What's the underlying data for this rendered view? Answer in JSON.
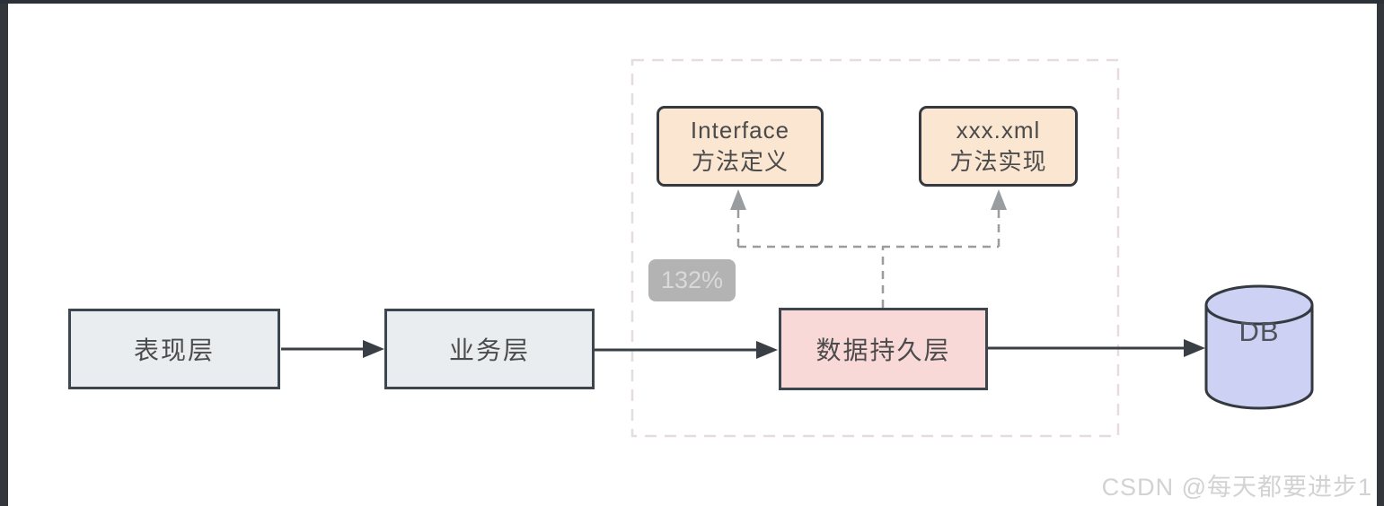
{
  "window": {
    "zoom_indicator": "132%"
  },
  "diagram": {
    "layers": {
      "presentation": "表现层",
      "business": "业务层",
      "persistence": "数据持久层"
    },
    "mapper": {
      "interface_def": {
        "line1": "Interface",
        "line2": "方法定义"
      },
      "xml_impl": {
        "line1": "xxx.xml",
        "line2": "方法实现"
      }
    },
    "database": "DB"
  },
  "watermark": "CSDN @每天都要进步1",
  "colors": {
    "layer_fill": "#e9edf0",
    "persistence_fill": "#f9d8d8",
    "mapper_fill": "#fae6d1",
    "db_fill": "#cdd1f4",
    "node_border": "#3d454e",
    "solid_arrow": "#3a3f45",
    "dashed_connector": "#9a9da0",
    "dashed_region_border": "#e6dcdc",
    "badge_bg": "#b3b3b3",
    "badge_text": "#d9d9d9",
    "watermark_text": "#d2d2d2"
  }
}
